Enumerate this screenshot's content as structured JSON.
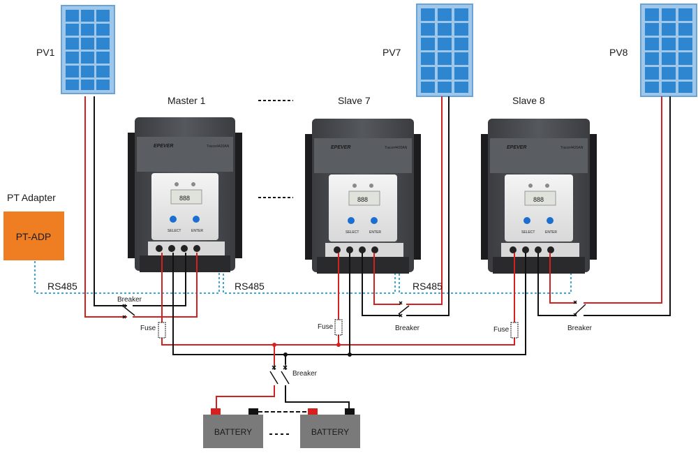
{
  "labels": {
    "pv1": "PV1",
    "pv7": "PV7",
    "pv8": "PV8",
    "master1": "Master 1",
    "slave7": "Slave 7",
    "slave8": "Slave 8",
    "pt_adapter": "PT Adapter",
    "pt_adp": "PT-ADP",
    "rs485_a": "RS485",
    "rs485_b": "RS485",
    "rs485_c": "RS485",
    "breaker_master": "Breaker",
    "breaker_slave7": "Breaker",
    "breaker_slave8": "Breaker",
    "breaker_battery": "Breaker",
    "fuse_master": "Fuse",
    "fuse_slave7": "Fuse",
    "fuse_slave8": "Fuse",
    "battery_1": "BATTERY",
    "battery_2": "BATTERY",
    "brand": "EPEVER",
    "model": "Tracer4420AN",
    "select_btn": "SELECT",
    "enter_btn": "ENTER",
    "lcd_digits": "888"
  },
  "colors": {
    "positive_wire": "#d62020",
    "negative_wire": "#111111",
    "rs485_wire": "#3aa7d6",
    "pt_adp_box": "#ef7d22",
    "battery_body": "#7a7a7a",
    "panel_cell": "#2f86d0",
    "controller_body": "#4a4c50"
  }
}
